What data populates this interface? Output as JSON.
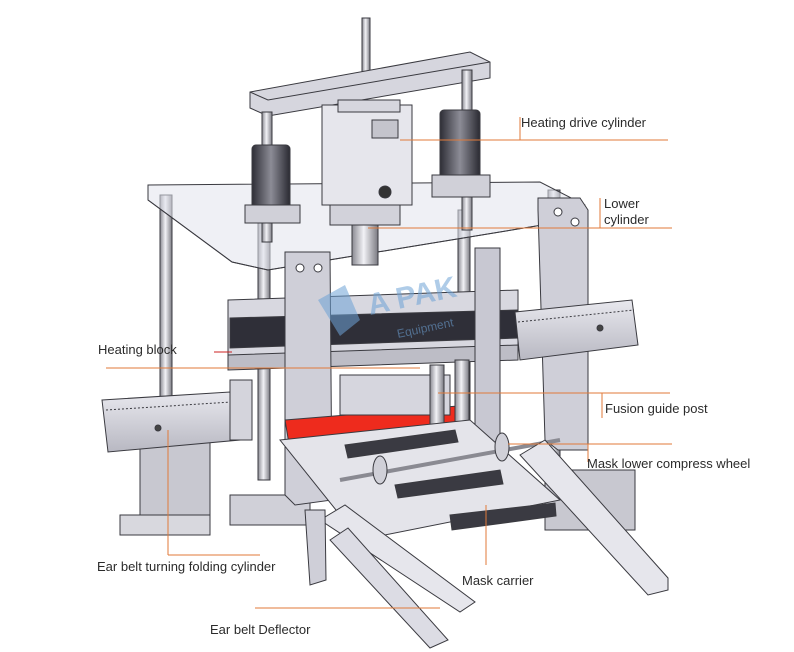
{
  "diagram": {
    "watermark_brand": "A PAK",
    "watermark_sub": "Equipment",
    "labels": {
      "heating_drive_cylinder": "Heating drive cylinder",
      "lower_cylinder": "Lower cylinder",
      "heating_block": "Heating block",
      "fusion_guide_post": "Fusion guide post",
      "mask_lower_compress_wheel": "Mask lower compress  wheel",
      "ear_belt_turning_folding_cylinder": "Ear belt turning folding cylinder",
      "mask_carrier": "Mask carrier",
      "ear_belt_deflector": "Ear belt Deflector"
    },
    "colors": {
      "leader_line": "#e07a3a",
      "machine_fill": "#dcdce2",
      "machine_dark": "#3b3b44",
      "machine_outline": "#3a3a40",
      "heating_plate": "#ee2b1d",
      "watermark": "#6ea3d6"
    }
  }
}
